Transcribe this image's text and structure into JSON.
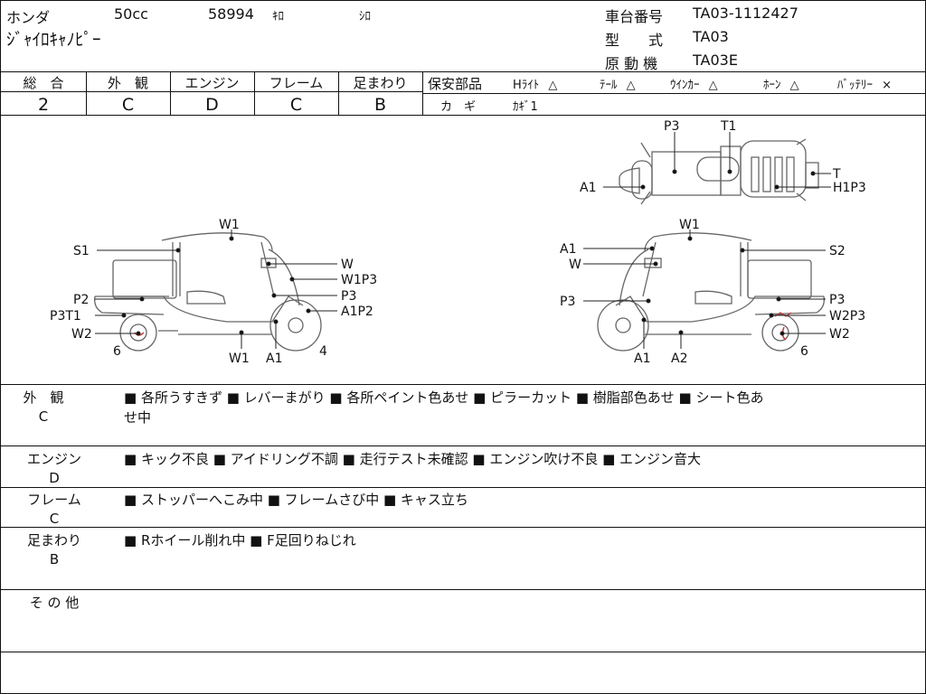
{
  "header": {
    "maker": "ホンダ",
    "displacement": "50cc",
    "mileage": "58994",
    "mileage_unit": "ｷﾛ",
    "color": "ｼﾛ",
    "model_name": "ｼﾞｬｲﾛｷｬﾉﾋﾟｰ",
    "chassis_label": "車台番号",
    "chassis_no": "TA03-1112427",
    "type_label": "型　　式",
    "type_value": "TA03",
    "engine_label": "原 動 機",
    "engine_value": "TA03E"
  },
  "grades": [
    {
      "label": "総　合",
      "value": "2"
    },
    {
      "label": "外　観",
      "value": "C"
    },
    {
      "label": "エンジン",
      "value": "D"
    },
    {
      "label": "フレーム",
      "value": "C"
    },
    {
      "label": "足まわり",
      "value": "B"
    }
  ],
  "safety": {
    "label": "保安部品",
    "items": [
      {
        "name": "Hﾗｲﾄ",
        "mark": "△"
      },
      {
        "name": "ﾃｰﾙ",
        "mark": "△"
      },
      {
        "name": "ｳｲﾝｶｰ",
        "mark": "△"
      },
      {
        "name": "ﾎｰﾝ",
        "mark": "△"
      },
      {
        "name": "ﾊﾞｯﾃﾘｰ",
        "mark": "×"
      }
    ],
    "key_label": "カ　ギ",
    "key_value": "ｶｷﾞ1"
  },
  "diagram_labels": {
    "top": {
      "P3": "P3",
      "T1": "T1",
      "A1": "A1",
      "T": "T",
      "H1P3": "H1P3"
    },
    "left": {
      "W1top": "W1",
      "S1": "S1",
      "W": "W",
      "W1P3": "W1P3",
      "P3": "P3",
      "P2": "P2",
      "A1P2": "A1P2",
      "P3T1": "P3T1",
      "W2": "W2",
      "n6": "6",
      "W1bot": "W1",
      "A1": "A1",
      "n4": "4"
    },
    "right": {
      "W1top": "W1",
      "A1": "A1",
      "S2": "S2",
      "W": "W",
      "P3left": "P3",
      "P3right": "P3",
      "W2P3": "W2P3",
      "W2": "W2",
      "n6": "6",
      "A1bot": "A1",
      "A2": "A2"
    }
  },
  "notes": [
    {
      "cat": "外　観",
      "grade": "C",
      "text": "■ 各所うすきず ■ レバーまがり ■ 各所ペイント色あせ ■ ピラーカット ■ 樹脂部色あせ ■ シート色あ",
      "text2": "せ中"
    },
    {
      "cat": "エンジン",
      "grade": "D",
      "text": "■ キック不良 ■ アイドリング不調 ■ 走行テスト未確認 ■ エンジン吹け不良 ■ エンジン音大",
      "text2": ""
    },
    {
      "cat": "フレーム",
      "grade": "C",
      "text": "■ ストッパーへこみ中 ■ フレームさび中 ■ キャス立ち",
      "text2": ""
    },
    {
      "cat": "足まわり",
      "grade": "B",
      "text": "■ Rホイール削れ中 ■ F足回りねじれ",
      "text2": ""
    },
    {
      "cat": "そ の 他",
      "grade": "",
      "text": "",
      "text2": ""
    }
  ]
}
